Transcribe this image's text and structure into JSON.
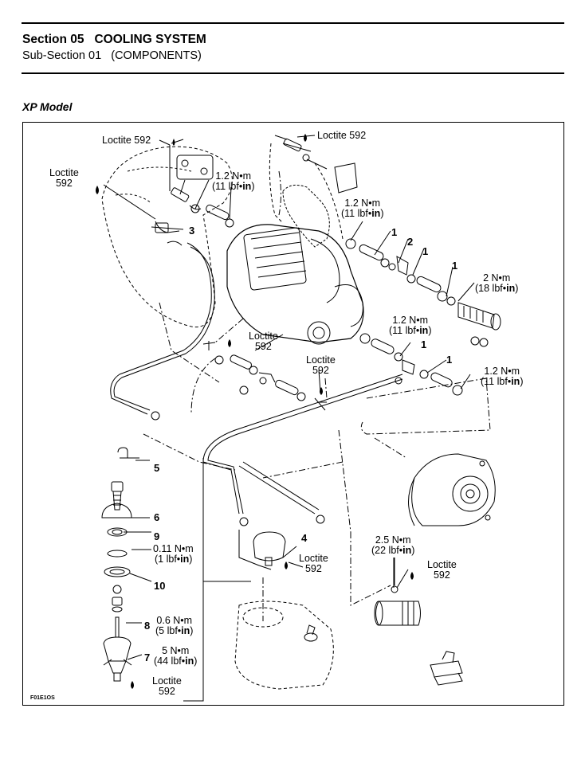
{
  "header": {
    "section": "Section 05",
    "section_title": "COOLING SYSTEM",
    "subsection": "Sub-Section 01",
    "subsection_title": "(COMPONENTS)"
  },
  "model_heading": "XP Model",
  "figure_code": "F01E1OS",
  "callouts": {
    "c1a": "1",
    "c1b": "1",
    "c1c": "1",
    "c1d": "1",
    "c1e": "1",
    "c2": "2",
    "c3": "3",
    "c4": "4",
    "c5": "5",
    "c6": "6",
    "c7": "7",
    "c8": "8",
    "c9": "9",
    "c10": "10"
  },
  "labels": {
    "loctite_top_center": "Loctite 592",
    "loctite_top_left": "Loctite 592",
    "loctite_left_l1": "Loctite",
    "loctite_left_l2": "592",
    "torque_a_l1": "1.2 N•m",
    "torque_a_l2a": "(11 lbf•",
    "torque_a_l2b": "in",
    "torque_a_l2c": ")",
    "torque_b_l1": "1.2 N•m",
    "torque_b_l2a": "(11 lbf•",
    "torque_b_l2b": "in",
    "torque_b_l2c": ")",
    "torque_c_l1": "2 N•m",
    "torque_c_l2a": "(18 lbf•",
    "torque_c_l2b": "in",
    "torque_c_l2c": ")",
    "torque_d_l1": "1.2 N•m",
    "torque_d_l2a": "(11 lbf•",
    "torque_d_l2b": "in",
    "torque_d_l2c": ")",
    "torque_e_l1": "1.2 N•m",
    "torque_e_l2a": "(11 lbf•",
    "torque_e_l2b": "in",
    "torque_e_l2c": ")",
    "loctite_mid_l1": "Loctite",
    "loctite_mid_l2": "592",
    "loctite_center_l1": "Loctite",
    "loctite_center_l2": "592",
    "torque_f_l1": "0.11 N•m",
    "torque_f_l2a": "(1 lbf•",
    "torque_f_l2b": "in",
    "torque_f_l2c": ")",
    "loctite_4_l1": "Loctite",
    "loctite_4_l2": "592",
    "torque_g_l1": "2.5 N•m",
    "torque_g_l2a": "(22 lbf•",
    "torque_g_l2b": "in",
    "torque_g_l2c": ")",
    "loctite_right_l1": "Loctite",
    "loctite_right_l2": "592",
    "torque_h_l1": "0.6 N•m",
    "torque_h_l2a": "(5 lbf•",
    "torque_h_l2b": "in",
    "torque_h_l2c": ")",
    "torque_i_l1": "5 N•m",
    "torque_i_l2a": "(44 lbf•",
    "torque_i_l2b": "in",
    "torque_i_l2c": ")",
    "loctite_bottom_l1": "Loctite",
    "loctite_bottom_l2": "592"
  }
}
